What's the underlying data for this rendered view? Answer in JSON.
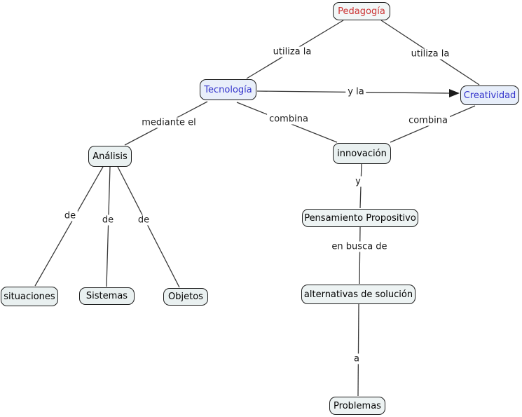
{
  "diagram": {
    "type": "concept-map",
    "background": "#ffffff",
    "line_color": "#3a3a3a",
    "accent_red": "#cc3333",
    "accent_blue": "#3333cc"
  },
  "nodes": [
    {
      "id": "pedagogia",
      "label": "Pedagogía",
      "text_color": "#cc3333",
      "fill": "#f2f7f7"
    },
    {
      "id": "tecnologia",
      "label": "Tecnología",
      "text_color": "#3333cc",
      "fill": "#e9effa"
    },
    {
      "id": "creatividad",
      "label": "Creatividad",
      "text_color": "#3333cc",
      "fill": "#e7eefa"
    },
    {
      "id": "analisis",
      "label": "Análisis",
      "text_color": "#000000",
      "fill": "#eaf1f1"
    },
    {
      "id": "innovacion",
      "label": "innovación",
      "text_color": "#000000",
      "fill": "#e9f0f0"
    },
    {
      "id": "pensamiento-propositivo",
      "label": "Pensamiento Propositivo",
      "text_color": "#000000",
      "fill": "#edf3f3"
    },
    {
      "id": "alternativas-de-solucion",
      "label": "alternativas de solución",
      "text_color": "#000000",
      "fill": "#edf3f3"
    },
    {
      "id": "problemas",
      "label": "Problemas",
      "text_color": "#000000",
      "fill": "#edf3f3"
    },
    {
      "id": "situaciones",
      "label": "situaciones",
      "text_color": "#000000",
      "fill": "#e9f0f0"
    },
    {
      "id": "sistemas",
      "label": "Sistemas",
      "text_color": "#000000",
      "fill": "#e9f0f0"
    },
    {
      "id": "objetos",
      "label": "Objetos",
      "text_color": "#000000",
      "fill": "#e9f0f0"
    }
  ],
  "edges": [
    {
      "from": "Pedagogía",
      "to": "Tecnología",
      "label": "utiliza la",
      "arrow": false
    },
    {
      "from": "Pedagogía",
      "to": "Creatividad",
      "label": "utiliza la",
      "arrow": false
    },
    {
      "from": "Tecnología",
      "to": "Creatividad",
      "label": "y la",
      "arrow": true
    },
    {
      "from": "Tecnología",
      "to": "Análisis",
      "label": "mediante el",
      "arrow": false
    },
    {
      "from": "Tecnología",
      "to": "innovación",
      "label": "combina",
      "arrow": false
    },
    {
      "from": "Creatividad",
      "to": "innovación",
      "label": "combina",
      "arrow": false
    },
    {
      "from": "innovación",
      "to": "Pensamiento Propositivo",
      "label": "y",
      "arrow": false
    },
    {
      "from": "Pensamiento Propositivo",
      "to": "alternativas de solución",
      "label": "en busca de",
      "arrow": false
    },
    {
      "from": "alternativas de solución",
      "to": "Problemas",
      "label": "a",
      "arrow": false
    },
    {
      "from": "Análisis",
      "to": "situaciones",
      "label": "de",
      "arrow": false
    },
    {
      "from": "Análisis",
      "to": "Sistemas",
      "label": "de",
      "arrow": false
    },
    {
      "from": "Análisis",
      "to": "Objetos",
      "label": "de",
      "arrow": false
    }
  ]
}
